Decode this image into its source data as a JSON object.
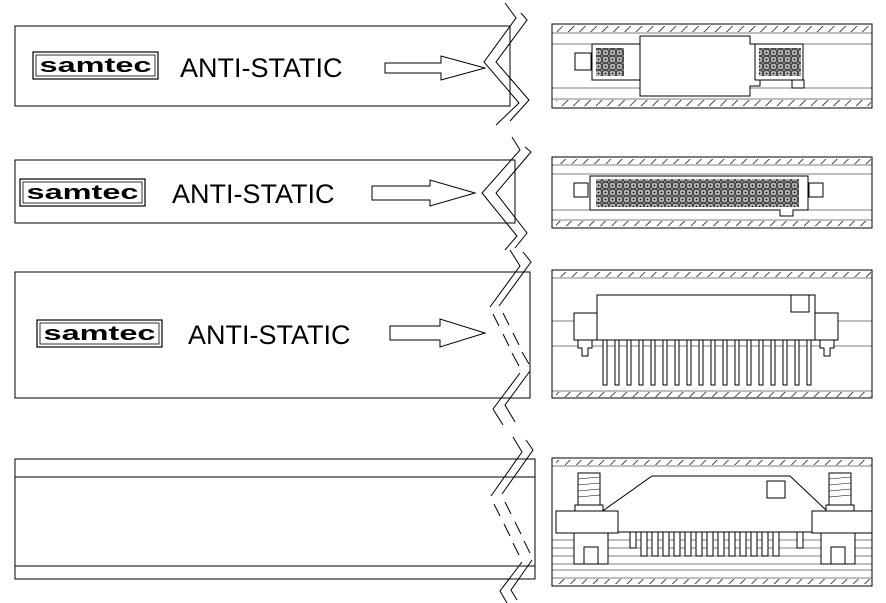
{
  "brand": {
    "logo_text": "samtec"
  },
  "tubes": [
    {
      "label": "ANTI-STATIC",
      "connector": "header-2x3-pairs"
    },
    {
      "label": "ANTI-STATIC",
      "connector": "header-2x13"
    },
    {
      "label": "ANTI-STATIC",
      "connector": "right-angle-connector"
    },
    {
      "label": "",
      "connector": "connector-with-jack-screws"
    }
  ],
  "colors": {
    "ink": "#000000",
    "paper": "#ffffff"
  }
}
